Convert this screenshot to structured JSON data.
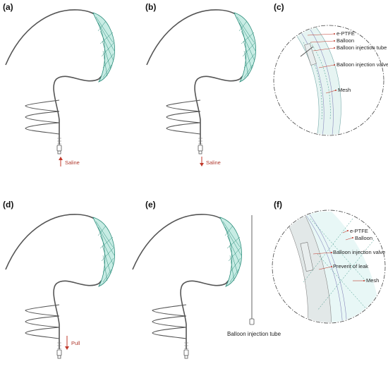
{
  "panels": {
    "a": {
      "label": "(a)",
      "flow_label": "Saline"
    },
    "b": {
      "label": "(b)",
      "flow_label": "Saline"
    },
    "c": {
      "label": "(c)",
      "annotations": [
        "e-PTFE",
        "Balloon",
        "Balloon injection tube",
        "Balloon injection valve",
        "Mesh"
      ]
    },
    "d": {
      "label": "(d)",
      "flow_label": "Pull"
    },
    "e": {
      "label": "(e)",
      "tube_label": "Balloon injection tube"
    },
    "f": {
      "label": "(f)",
      "annotations": [
        "e-PTFE",
        "Balloon",
        "Balloon injection valve",
        "Preverit of leak",
        "Mesh"
      ]
    }
  },
  "colors": {
    "mesh": "#2a8c7a",
    "mesh_fill": "#c7ece4",
    "annotation_red": "#c0392b",
    "wire": "#555555"
  }
}
